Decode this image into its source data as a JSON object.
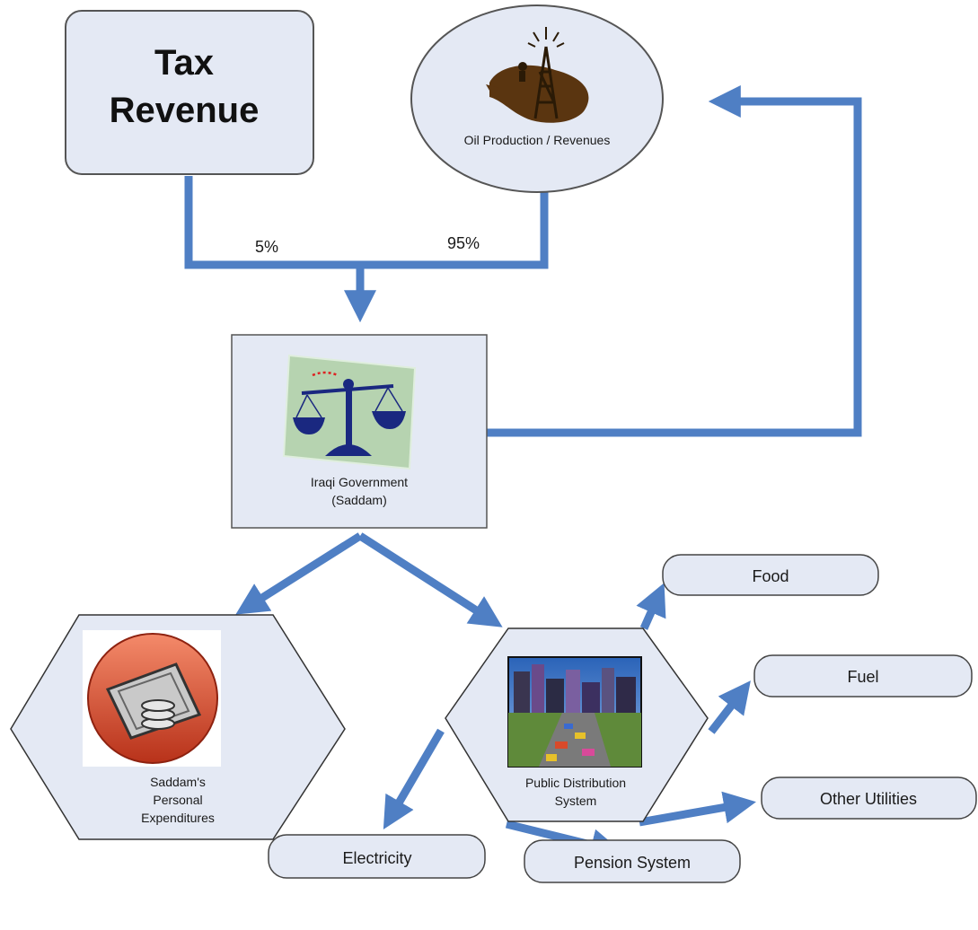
{
  "nodes": {
    "tax_revenue": "Tax Revenue",
    "tax_revenue_line1": "Tax",
    "tax_revenue_line2": "Revenue",
    "oil": "Oil Production / Revenues",
    "government_line1": "Iraqi Government",
    "government_line2": "(Saddam)",
    "personal_line1": "Saddam's",
    "personal_line2": "Personal",
    "personal_line3": "Expenditures",
    "pds_line1": "Public Distribution",
    "pds_line2": "System",
    "food": "Food",
    "fuel": "Fuel",
    "other_utilities": "Other Utilities",
    "electricity": "Electricity",
    "pension": "Pension System"
  },
  "flows": {
    "tax_share": "5%",
    "oil_share": "95%"
  },
  "colors": {
    "arrow": "#4f7fc4",
    "box_fill": "#e4e9f4",
    "box_stroke": "#555555"
  },
  "icons": {
    "oil": "oil-derrick-icon",
    "government": "scales-of-justice-icon",
    "personal": "money-stack-icon",
    "pds": "city-traffic-icon"
  }
}
